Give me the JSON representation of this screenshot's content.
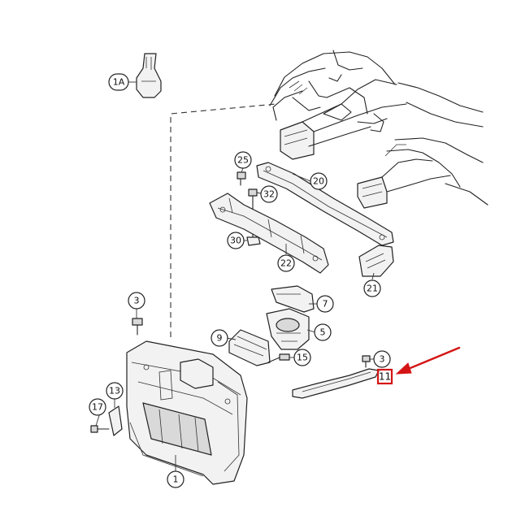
{
  "diagram": {
    "callouts": {
      "c1A": "1A",
      "c25": "25",
      "c20": "20",
      "c32": "32",
      "c30": "30",
      "c22": "22",
      "c21": "21",
      "c3a": "3",
      "c7": "7",
      "c5": "5",
      "c9": "9",
      "c15": "15",
      "c3b": "3",
      "c13": "13",
      "c17": "17",
      "c1": "1"
    },
    "highlight": {
      "label": "11",
      "color": "#d41414"
    },
    "colors": {
      "line": "#222222",
      "fill": "#f2f2f2",
      "arrow": "#d41414"
    }
  }
}
